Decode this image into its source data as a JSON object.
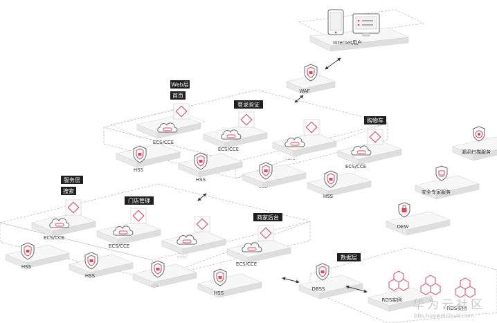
{
  "internet": {
    "label": "Internet用户"
  },
  "waf": {
    "label": "WAF"
  },
  "web_layer": {
    "title": "Web层",
    "groups": [
      {
        "tag": "首页",
        "compute": "ECS/CCE",
        "security": "HSS"
      },
      {
        "tag": "登录验证",
        "compute": "ECS/CCE",
        "security": "HSS"
      },
      {
        "tag": "",
        "compute": "......",
        "security": "......"
      },
      {
        "tag": "购物车",
        "compute": "ECS/CCE",
        "security": "HSS"
      }
    ]
  },
  "service_layer": {
    "title": "服务层",
    "groups": [
      {
        "tag": "搜索",
        "compute": "ECS/CCE",
        "security": "HSS"
      },
      {
        "tag": "门店管理",
        "compute": "ECS/CCE",
        "security": "HSS"
      },
      {
        "tag": "",
        "compute": "......",
        "security": "......"
      },
      {
        "tag": "商家后台",
        "compute": "ECS/CCE",
        "security": "HSS"
      }
    ]
  },
  "side_services": [
    {
      "label": "漏洞扫描服务"
    },
    {
      "label": "安全专家服务"
    },
    {
      "label": "DEW"
    }
  ],
  "data_layer": {
    "title": "数据层",
    "dbss": "DBSS",
    "rds": "RDS实例",
    "rds2": "RDS实例"
  },
  "watermark": {
    "text": "华为云社区",
    "url": "bbs.huaweicloud.com"
  },
  "colors": {
    "accent": "#e8425a",
    "tag_bg": "#1f1f1f",
    "line": "#333333"
  }
}
